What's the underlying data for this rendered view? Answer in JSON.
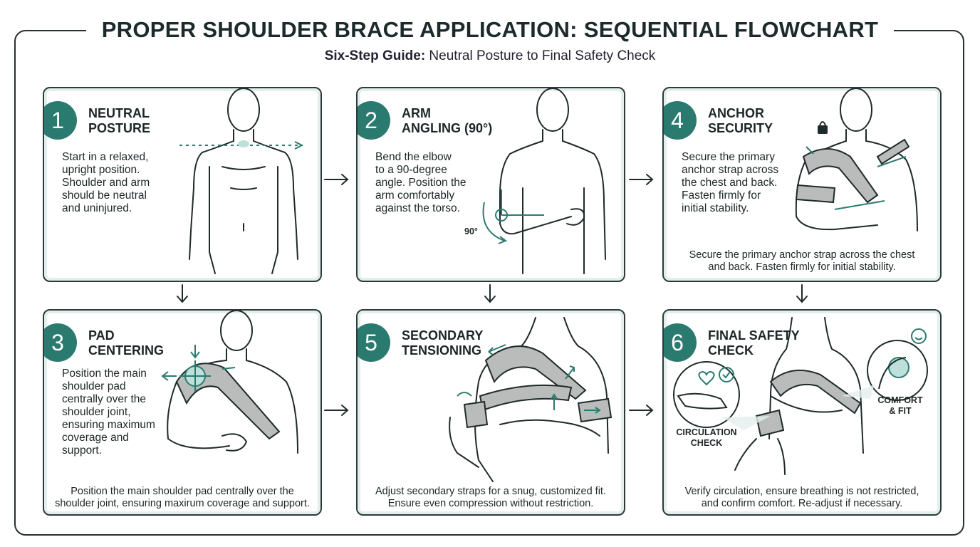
{
  "title": "PROPER SHOULDER BRACE APPLICATION: SEQUENTIAL FLOWCHART",
  "subtitle_bold": "Six-Step Guide:",
  "subtitle_rest": " Neutral Posture to Final Safety Check",
  "steps": [
    {
      "num": "1",
      "title1": "NEUTRAL",
      "title2": "POSTURE",
      "desc": [
        "Start in a relaxed,",
        "upright position.",
        "Shoulder and arm",
        "should be neutral",
        "and uninjured."
      ],
      "caption": []
    },
    {
      "num": "2",
      "title1": "ARM",
      "title2": "ANGLING (90°)",
      "desc": [
        "Bend the elbow",
        "to a 90-degree",
        "angle. Position the",
        "arm comfortably",
        "against the torso."
      ],
      "caption": [],
      "angle_label": "90°"
    },
    {
      "num": "4",
      "title1": "ANCHOR",
      "title2": "SECURITY",
      "desc": [
        "Secure the primary",
        "anchor strap across",
        "the chest and back.",
        "Fasten firmly for",
        "initial stability."
      ],
      "caption": [
        "Secure the primary anchor strap across the chest",
        "and back. Fasten firmly for initial stability."
      ]
    },
    {
      "num": "3",
      "title1": "PAD",
      "title2": "CENTERING",
      "desc": [
        "Position the main",
        "shoulder pad",
        "centrally over the",
        "shoulder joint,",
        "ensuring maximum",
        "coverage and",
        "support."
      ],
      "caption": [
        "Position the main shoulder pad centrally over the",
        "shoulder joint, ensuring maxirum coverage and support."
      ]
    },
    {
      "num": "5",
      "title1": "SECONDARY",
      "title2": "TENSIONING",
      "desc": [],
      "caption": [
        "Adjust secondary straps for a snug, customized fit.",
        "Ensure even compression without restriction."
      ]
    },
    {
      "num": "6",
      "title1": "FINAL SAFETY",
      "title2": "CHECK",
      "desc": [],
      "caption": [
        "Verify circulation, ensure breathing is not restricted,",
        "and confirm comfort. Re-adjust if necessary."
      ],
      "label_circulation": [
        "CIRCULATION",
        "CHECK"
      ],
      "label_comfort": [
        "COMFORT",
        "& FIT"
      ]
    }
  ],
  "colors": {
    "accent": "#2b7a70",
    "brace": "#b9bcbb",
    "line": "#1f2a2a"
  }
}
